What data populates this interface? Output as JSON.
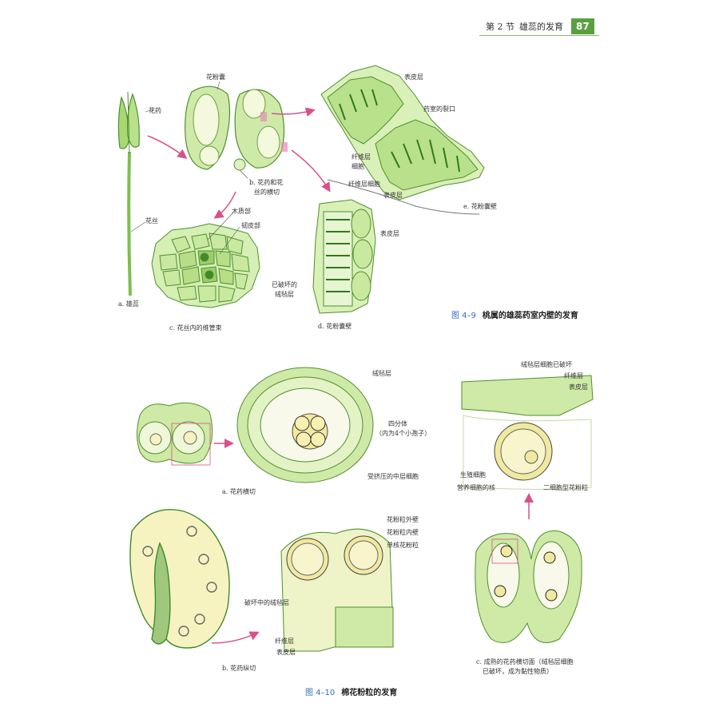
{
  "header": {
    "section": "第 2 节",
    "title": "雄蕊的发育",
    "page": "87"
  },
  "figure_4_9": {
    "number": "图 4–9",
    "title": "桃属的雄蕊药室内壁的发育",
    "labels": {
      "huayao": "花药",
      "huafennang": "花粉囊",
      "huasi": "花丝",
      "b_caption_1": "b. 花药和花",
      "b_caption_2": "丝的横切",
      "muzhibu": "木质部",
      "renpibu": "韧皮部",
      "a_caption": "a. 雄蕊",
      "c_caption": "c. 花丝内的维管束",
      "biaopiceng_1": "表皮层",
      "yaoshi_liekou": "药室的裂口",
      "xianweiceng_1": "纤维层",
      "xibao": "细胞",
      "xianweiceng_xibao": "纤维层细胞",
      "biaopiceng_2": "表皮层",
      "e_caption": "e. 花粉囊壁",
      "biaopiceng_3": "表皮层",
      "yiposhun_1": "已破坏的",
      "yiposhun_2": "绒毡层",
      "d_caption": "d. 花粉囊壁"
    }
  },
  "figure_4_10": {
    "number": "图 4–10",
    "title": "棉花粉粒的发育",
    "labels": {
      "rongzhanceng": "绒毡层",
      "sifenti": "四分体",
      "sifenti_note": "（内为4个小孢子）",
      "shoujiya": "受挤压的中层细胞",
      "a_caption": "a. 花药横切",
      "rongzhan_pohuai": "绒毡层细胞已破坏",
      "xianweiceng": "纤维层",
      "biaopiceng": "表皮层",
      "shengzhi": "生殖细胞",
      "yingyang": "营养细胞的核",
      "erxibao": "二细胞型花粉粒",
      "waibi": "花粉粒外壁",
      "neibi": "花粉粒内壁",
      "danhe": "单核花粉粒",
      "pohuai_zhong": "破坏中的绒毡层",
      "xianweiceng_2": "纤维层",
      "biaopiceng_2": "表皮层",
      "b_caption": "b. 花药纵切",
      "c_caption_1": "c. 成熟的花药横切面（绒毡层细胞",
      "c_caption_2": "已破坏，成为黏性物质）"
    }
  },
  "colors": {
    "accent_green": "#5aa040",
    "fig_number_blue": "#3a6bb8",
    "tissue_green": "#bfe29a",
    "dark_green": "#3f8a2a"
  }
}
